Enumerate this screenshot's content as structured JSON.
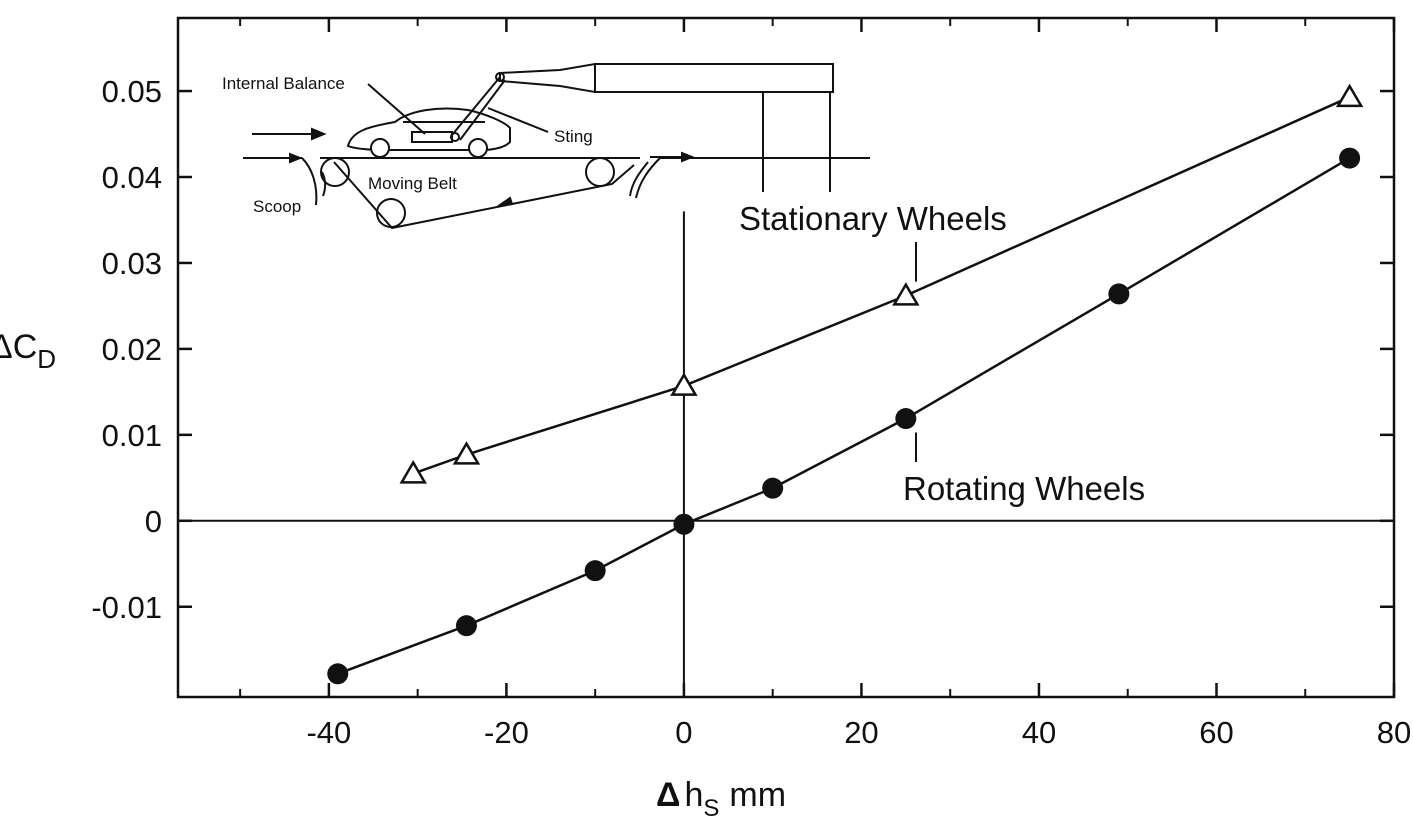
{
  "chart_data": {
    "type": "line",
    "title": "",
    "xlabel": {
      "main": "Δ",
      "sub_h": "h",
      "sub_s": "S",
      "unit": "mm"
    },
    "ylabel": {
      "prefix": "ΔC",
      "sub": "D"
    },
    "xlim": [
      -57,
      80
    ],
    "ylim": [
      -0.0205,
      0.0585
    ],
    "grid": false,
    "x_ticks": [
      {
        "value": -40,
        "label": "-40"
      },
      {
        "value": -20,
        "label": "-20"
      },
      {
        "value": 0,
        "label": "0"
      },
      {
        "value": 20,
        "label": "20"
      },
      {
        "value": 40,
        "label": "40"
      },
      {
        "value": 60,
        "label": "60"
      },
      {
        "value": 80,
        "label": "80"
      }
    ],
    "x_minor_ticks": [
      -50,
      -30,
      -10,
      10,
      30,
      50,
      70
    ],
    "y_ticks": [
      {
        "value": 0.05,
        "label": "0.05"
      },
      {
        "value": 0.04,
        "label": "0.04"
      },
      {
        "value": 0.03,
        "label": "0.03"
      },
      {
        "value": 0.02,
        "label": "0.02"
      },
      {
        "value": 0.01,
        "label": "0.01"
      },
      {
        "value": 0,
        "label": "0"
      },
      {
        "value": -0.01,
        "label": "-0.01"
      }
    ],
    "series": [
      {
        "name": "Stationary Wheels",
        "marker": "open-triangle",
        "x": [
          -30.5,
          -24.5,
          0,
          25,
          75
        ],
        "y": [
          0.0055,
          0.0077,
          0.0157,
          0.0262,
          0.0493
        ]
      },
      {
        "name": "Rotating Wheels",
        "marker": "filled-circle",
        "x": [
          -39,
          -24.5,
          -10,
          0,
          10,
          25,
          49,
          75
        ],
        "y": [
          -0.0178,
          -0.0122,
          -0.0058,
          -0.0004,
          0.0038,
          0.0119,
          0.0264,
          0.0422
        ]
      }
    ],
    "annotations": [
      {
        "text": "Stationary Wheels",
        "series": "Stationary Wheels"
      },
      {
        "text": "Rotating Wheels",
        "series": "Rotating Wheels"
      }
    ],
    "inset": {
      "labels": {
        "internal_balance": "Internal Balance",
        "sting": "Sting",
        "moving_belt": "Moving Belt",
        "scoop": "Scoop"
      }
    }
  }
}
